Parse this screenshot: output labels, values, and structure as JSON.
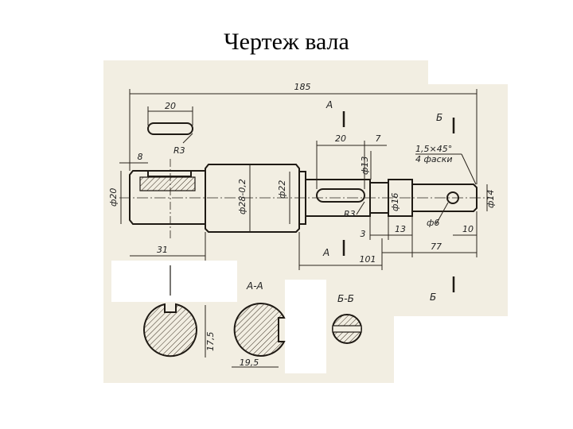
{
  "slide": {
    "title": "Чертеж вала"
  },
  "dimensions": {
    "overall_length": "185",
    "keyway_length": "20",
    "keyway_radius": "R3",
    "end_step": "8",
    "left_diameter": "ф20",
    "left_step_length": "31",
    "shoulder_diameter": "ф28-0,2",
    "collar_diameter": "ф22",
    "right_keyway_length": "20",
    "right_keyway_offset": "7",
    "small_dia_13": "ф13",
    "right_keyway_radius": "R3",
    "dia_16": "ф16",
    "step_3": "3",
    "step_13": "13",
    "hole_dia": "ф6",
    "step_10": "10",
    "dia_14": "ф14",
    "length_77": "77",
    "length_101": "101",
    "chamfer_spec": "1,5×45°",
    "chamfer_count": "4 фаски"
  },
  "sections": {
    "cut_a_label": "А",
    "cut_b_label": "Б",
    "section_aa_title": "А-А",
    "section_bb_title": "Б-Б",
    "section_aa_height": "17,5",
    "section_aa_width": "19,5"
  },
  "colors": {
    "paper": "#f2eee2",
    "ink": "#1f1a14",
    "hatch": "#3a2f22"
  }
}
